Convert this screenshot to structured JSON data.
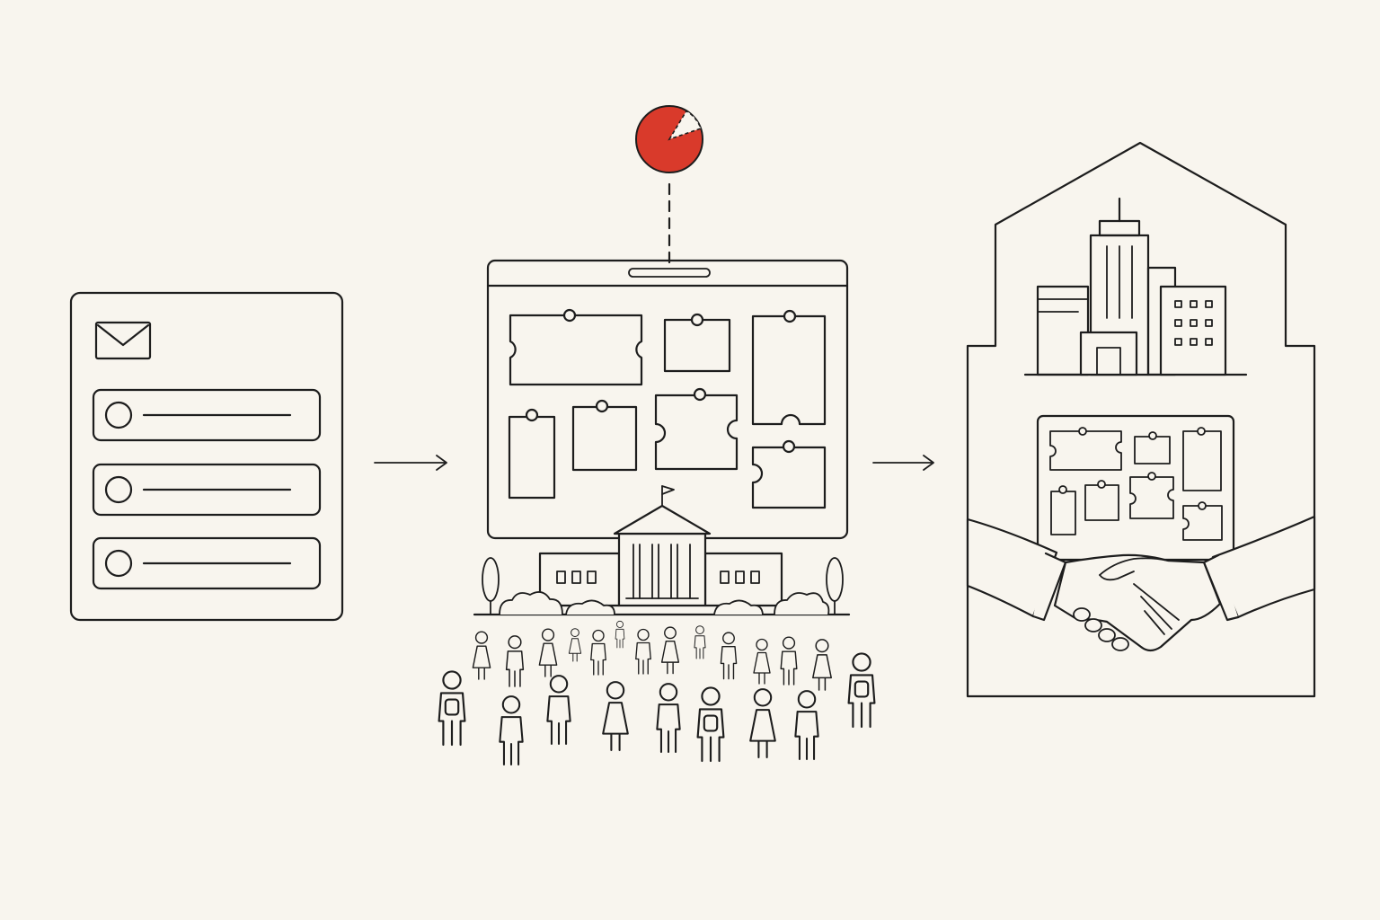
{
  "accent_color": "#d93a2b",
  "ink_color": "#1d1d1d",
  "background_color": "#f8f5ee",
  "stages": [
    {
      "name": "form-with-options",
      "icons": [
        "envelope-icon",
        "radio-option-icon",
        "radio-option-icon",
        "radio-option-icon"
      ]
    },
    {
      "name": "puzzle-board-with-school-and-people",
      "icons": [
        "pie-chart-icon",
        "puzzle-board-icon",
        "school-building-icon",
        "people-crowd-icon"
      ]
    },
    {
      "name": "partnership-house",
      "icons": [
        "city-buildings-icon",
        "puzzle-board-icon",
        "handshake-icon"
      ]
    }
  ],
  "connectors": [
    "arrow-right-icon",
    "arrow-right-icon"
  ],
  "pie_chart": {
    "filled_fraction": 0.85
  }
}
